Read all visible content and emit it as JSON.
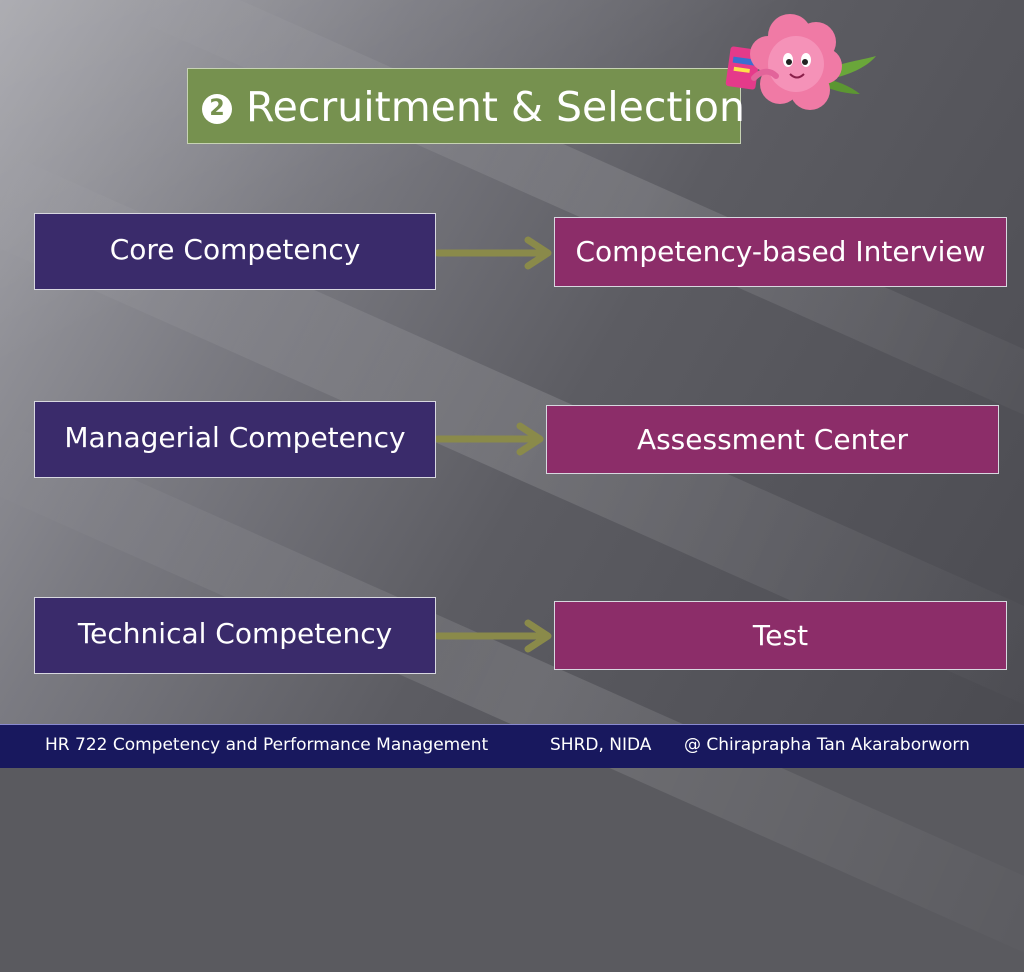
{
  "title": {
    "number": "2",
    "text": "Recruitment & Selection"
  },
  "rows": [
    {
      "competency": "Core Competency",
      "method": "Competency-based Interview"
    },
    {
      "competency": "Managerial Competency",
      "method": "Assessment Center"
    },
    {
      "competency": "Technical Competency",
      "method": "Test"
    }
  ],
  "footer": {
    "course": "HR 722 Competency and Performance Management",
    "institution": "SHRD, NIDA",
    "author": "@ Chiraprapha Tan Akaraborworn"
  },
  "colors": {
    "title_box": "#76914f",
    "competency_box": "#3a2b6b",
    "method_box": "#8c2d69",
    "arrow": "#8a8a4a",
    "footer": "#18185e"
  },
  "icons": {
    "title_bullet": "circled-number-two-icon",
    "arrow": "right-arrow-icon",
    "mascot": "pink-flower-mascot-icon"
  }
}
